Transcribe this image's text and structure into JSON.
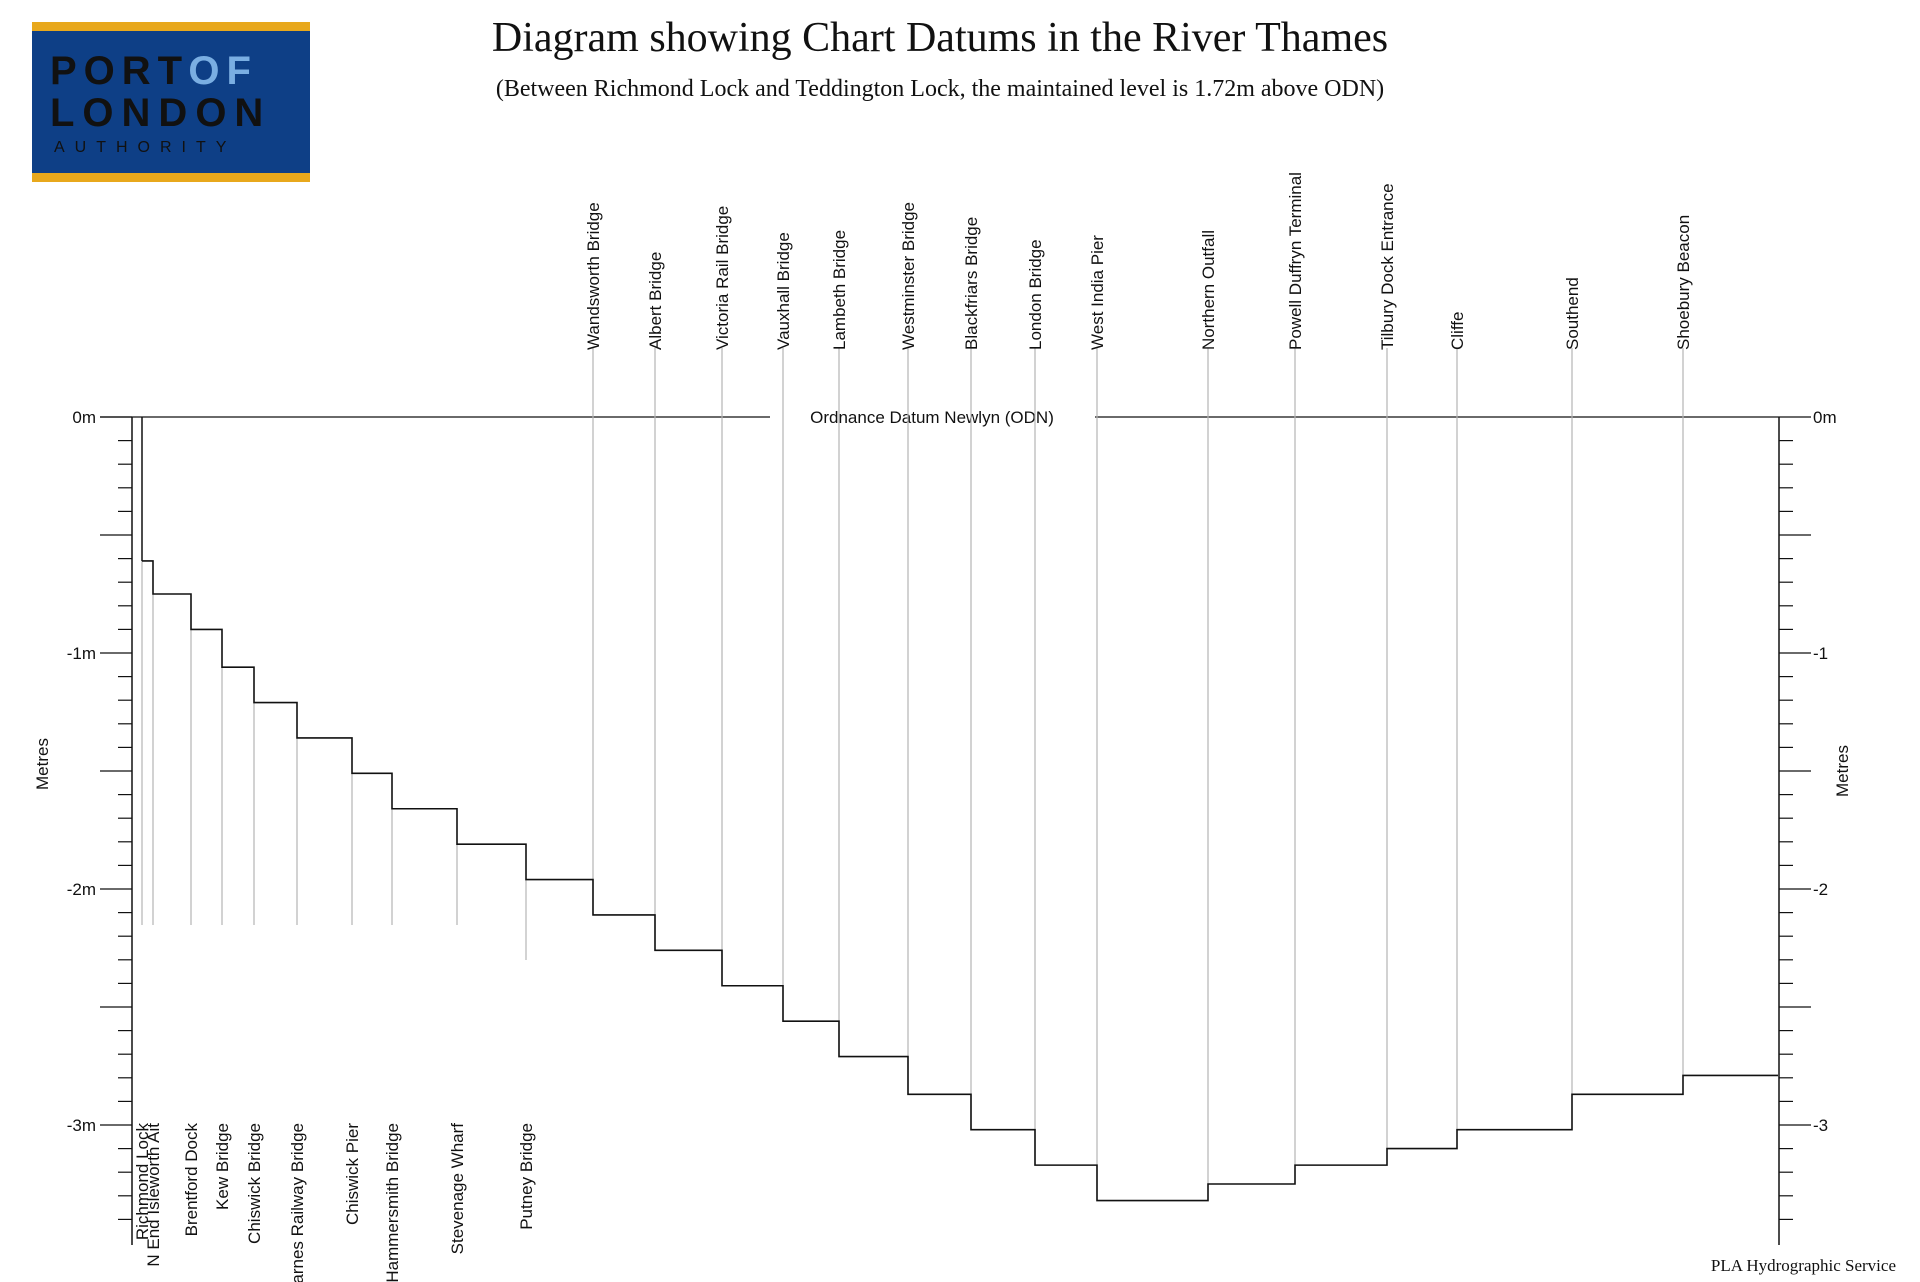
{
  "header": {
    "title": "Diagram showing Chart Datums in the River Thames",
    "subtitle": "(Between Richmond Lock and Teddington Lock, the maintained level is 1.72m above ODN)",
    "credit": "PLA Hydrographic Service"
  },
  "logo": {
    "line1_a": "PORT",
    "line1_b": "OF",
    "line2": "LONDON",
    "line3": "AUTHORITY",
    "colors": {
      "navy": "#0e3f86",
      "gold": "#e8a81c",
      "light_blue": "#7aaee2",
      "white": "#ffffff"
    }
  },
  "chart_data": {
    "type": "line",
    "title": "Diagram showing Chart Datums in the River Thames",
    "subtitle": "(Between Richmond Lock and Teddington Lock, the maintained level is 1.72m above ODN)",
    "ylabel_left": "Metres",
    "ylabel_right": "Metres",
    "ylim": [
      -3.5,
      0
    ],
    "left_ticks": [
      "0m",
      "-1m",
      "-2m",
      "-3m"
    ],
    "right_ticks": [
      "0m",
      "-1",
      "-2",
      "-3"
    ],
    "reference_line_label": "Ordnance Datum Newlyn (ODN)",
    "step_style": "step-after",
    "stations": [
      {
        "name": "Richmond Lock",
        "datum": -0.61,
        "label_side": "below"
      },
      {
        "name": "N End Isleworth Ait",
        "datum": -0.75,
        "label_side": "below"
      },
      {
        "name": "Brentford Dock",
        "datum": -0.9,
        "label_side": "below"
      },
      {
        "name": "Kew Bridge",
        "datum": -1.06,
        "label_side": "below"
      },
      {
        "name": "Chiswick Bridge",
        "datum": -1.21,
        "label_side": "below"
      },
      {
        "name": "Barnes Railway Bridge",
        "datum": -1.36,
        "label_side": "below"
      },
      {
        "name": "Chiswick Pier",
        "datum": -1.51,
        "label_side": "below"
      },
      {
        "name": "Hammersmith Bridge",
        "datum": -1.66,
        "label_side": "below"
      },
      {
        "name": "Stevenage Wharf",
        "datum": -1.81,
        "label_side": "below"
      },
      {
        "name": "Putney Bridge",
        "datum": -1.96,
        "label_side": "below"
      },
      {
        "name": "Wandsworth Bridge",
        "datum": -2.11,
        "label_side": "above"
      },
      {
        "name": "Albert Bridge",
        "datum": -2.26,
        "label_side": "above"
      },
      {
        "name": "Victoria Rail Bridge",
        "datum": -2.41,
        "label_side": "above"
      },
      {
        "name": "Vauxhall Bridge",
        "datum": -2.56,
        "label_side": "above"
      },
      {
        "name": "Lambeth Bridge",
        "datum": -2.71,
        "label_side": "above"
      },
      {
        "name": "Westminster Bridge",
        "datum": -2.87,
        "label_side": "above"
      },
      {
        "name": "Blackfriars Bridge",
        "datum": -3.02,
        "label_side": "above"
      },
      {
        "name": "London Bridge",
        "datum": -3.17,
        "label_side": "above"
      },
      {
        "name": "West India Pier",
        "datum": -3.32,
        "label_side": "above"
      },
      {
        "name": "Northern Outfall",
        "datum": -3.25,
        "label_side": "above"
      },
      {
        "name": "Powell Duffryn Terminal",
        "datum": -3.17,
        "label_side": "above"
      },
      {
        "name": "Tilbury Dock Entrance",
        "datum": -3.1,
        "label_side": "above"
      },
      {
        "name": "Cliffe",
        "datum": -3.02,
        "label_side": "above"
      },
      {
        "name": "Southend",
        "datum": -2.87,
        "label_side": "above"
      },
      {
        "name": "Shoebury Beacon",
        "datum": -2.79,
        "label_side": "above"
      }
    ]
  }
}
